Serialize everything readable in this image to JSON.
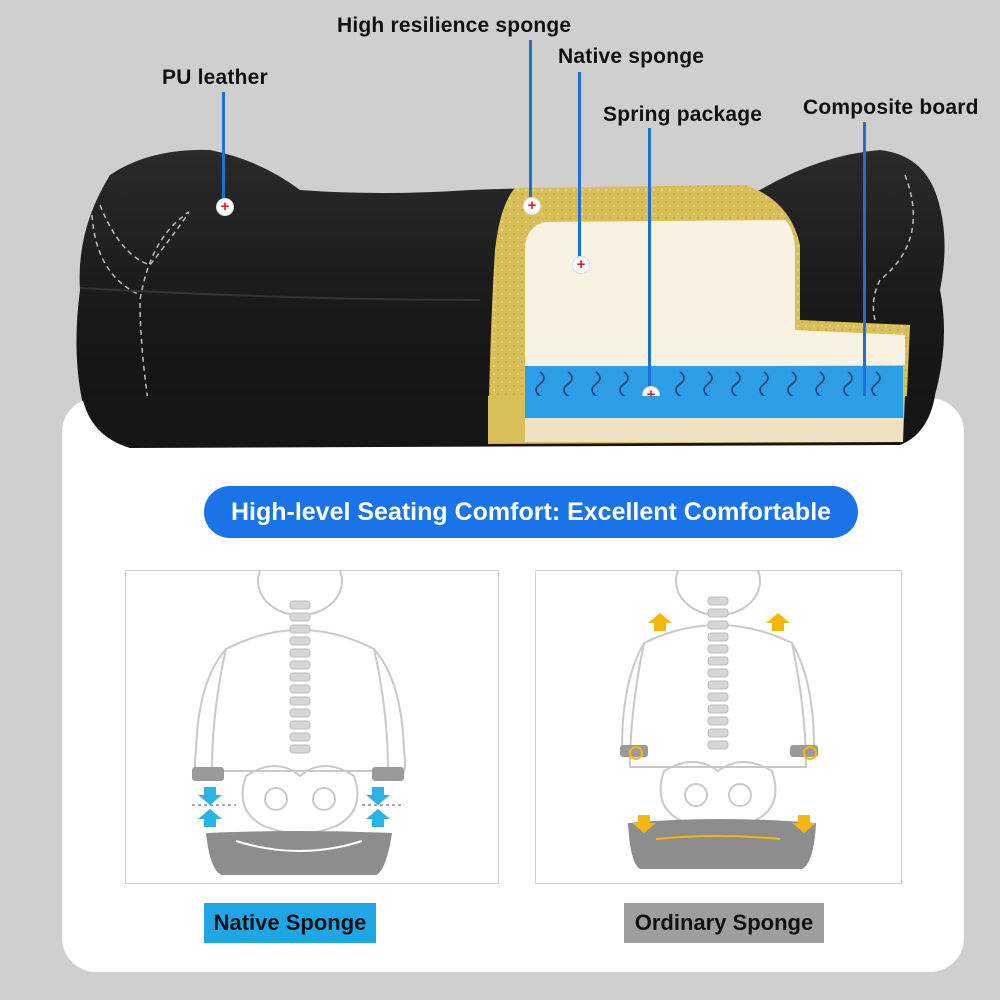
{
  "callouts": {
    "pu_leather": "PU leather",
    "high_resilience": "High resilience sponge",
    "native_sponge": "Native sponge",
    "spring_package": "Spring package",
    "composite_board": "Composite board"
  },
  "banner": {
    "text": "High-level Seating Comfort: Excellent Comfortable"
  },
  "labels": {
    "native": "Native Sponge",
    "ordinary": "Ordinary Sponge"
  },
  "colors": {
    "accent_blue": "#1a73e8",
    "native_label_bg": "#1fa6e6",
    "ordinary_label_bg": "#9e9e9e",
    "pressure_arrow": "#f5b80a",
    "support_arrow": "#2bb3e6",
    "cushion_leather": "#1c1c1c",
    "hr_sponge": "#d9bf5a",
    "native_foam": "#f8f2e2",
    "spring_layer": "#2d9de6"
  },
  "icons": {
    "marker": "plus-marker-icon",
    "arrow_up": "arrow-up-icon",
    "arrow_down": "arrow-down-icon"
  }
}
